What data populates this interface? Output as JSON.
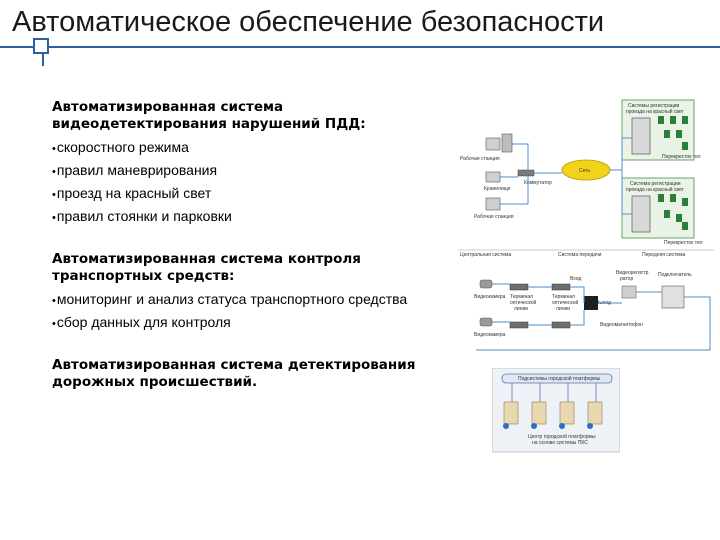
{
  "slide": {
    "title": "Автоматическое обеспечение безопасности"
  },
  "sections": [
    {
      "heading_line1": "Автоматизированная система",
      "heading_line2": "видеодетектирования нарушений ПДД:",
      "bullets": [
        "скоростного режима",
        "правил маневрирования",
        "проезд на красный свет",
        "правил стоянки и парковки"
      ]
    },
    {
      "heading_line1": "Автоматизированная система контроля",
      "heading_line2": "транспортных средств:",
      "bullets": [
        "мониторинг  и анализ статуса транспортного средства",
        "сбор данных  для контроля"
      ]
    },
    {
      "heading_line1": "Автоматизированная система детектирования",
      "heading_line2": "дорожных  происшествий.",
      "bullets": []
    }
  ],
  "diagram1": {
    "labels": {
      "sys_reg_top": "Системы регистрации",
      "sys_reg_top2": "проезда на красный свет",
      "workstation": "Рабочая станция",
      "network": "Сеть",
      "router": "Коммутатор",
      "switch_right": "Перекресток тел",
      "printer": "Кранилище",
      "commutator_mid": "Коммутатор",
      "sys_reg_bottom": "Система регистрации",
      "sys_reg_bottom2": "проезда на красный свет",
      "workstation2": "Рабочая станция",
      "perekrestok": "Перекресток тел",
      "central": "Центральная система",
      "transfer": "Система передачи",
      "front": "Передняя система"
    }
  },
  "diagram2": {
    "labels": {
      "entry": "Вход",
      "exit": "Выход",
      "camera1": "Видеокамера",
      "camera2": "Видеокамера",
      "terminal1": "Терминал",
      "terminal1b": "оптической",
      "terminal1c": "линии",
      "terminal2": "Терминал",
      "terminal2b": "оптической",
      "terminal2c": "линии",
      "recorder": "Видеорегистр",
      "recorder2": "ратор",
      "server": "Подключатель",
      "videomag": "Видеомагнитофон"
    }
  },
  "diagram3": {
    "labels": {
      "platform": "Подсистемы городской платформы",
      "center1": "Центр городской платформы",
      "center2": "на основе системы ПКС"
    }
  }
}
